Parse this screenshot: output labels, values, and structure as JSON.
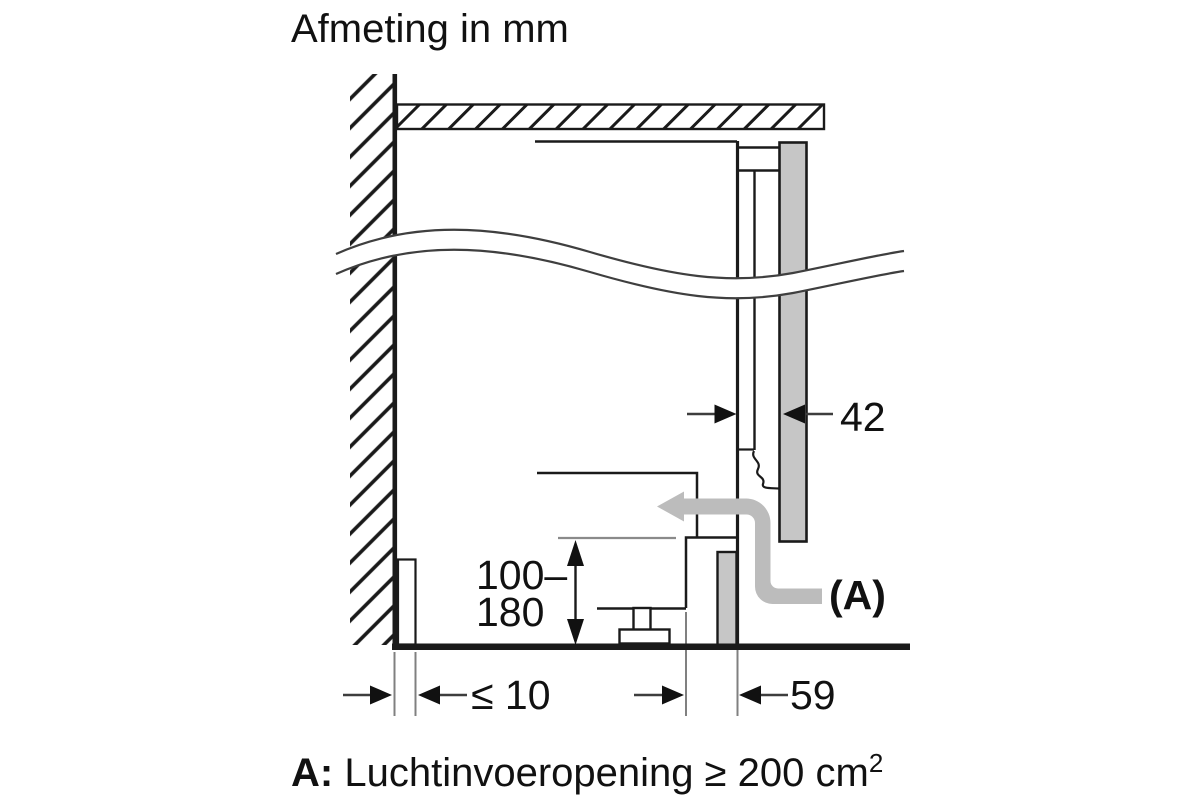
{
  "title": "Afmeting in mm",
  "dimensions": {
    "door_depth": "42",
    "clearance_line1": "100–",
    "clearance_line2": "180",
    "wall_gap": "≤ 10",
    "base_depth": "59",
    "air_label": "(A)"
  },
  "footnote": {
    "prefix": "A:",
    "text": "Luchtinvoeropening ≥ 200 cm",
    "superscript": "2"
  },
  "colors": {
    "line": "#1a1a1a",
    "panel_gray": "#c6c6c6",
    "airflow_gray": "#bcbcbc",
    "dim_line_gray": "#555555",
    "extension_gray": "#808080"
  }
}
